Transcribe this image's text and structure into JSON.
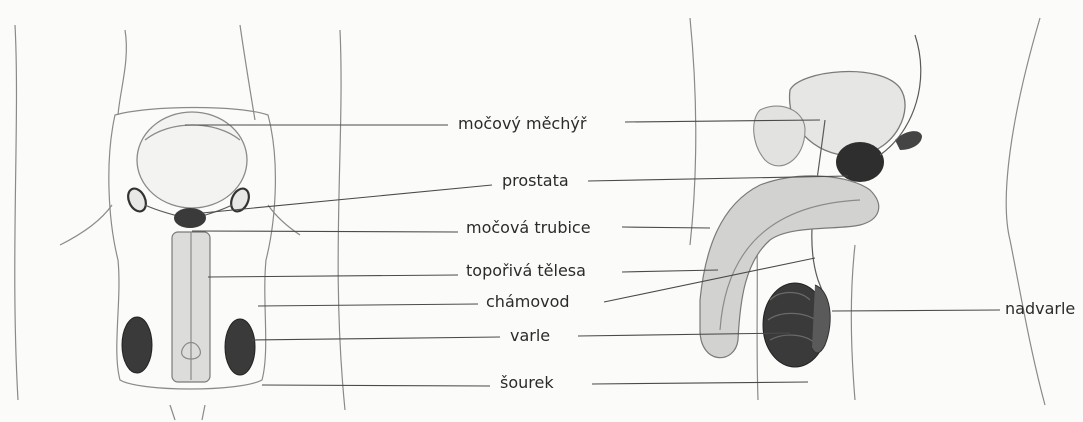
{
  "labels": {
    "bladder": "močový měchýř",
    "prostate": "prostata",
    "urethra": "močová trubice",
    "corpora": "topořivá tělesa",
    "vas_deferens": "chámovod",
    "testis": "varle",
    "scrotum": "šourek",
    "epididymis": "nadvarle"
  },
  "colors": {
    "paper": "#fbfbf9",
    "line": "#4a4a4a",
    "testis_dark": "#3a3a3a",
    "tissue_gray": "#cfcfcf"
  }
}
